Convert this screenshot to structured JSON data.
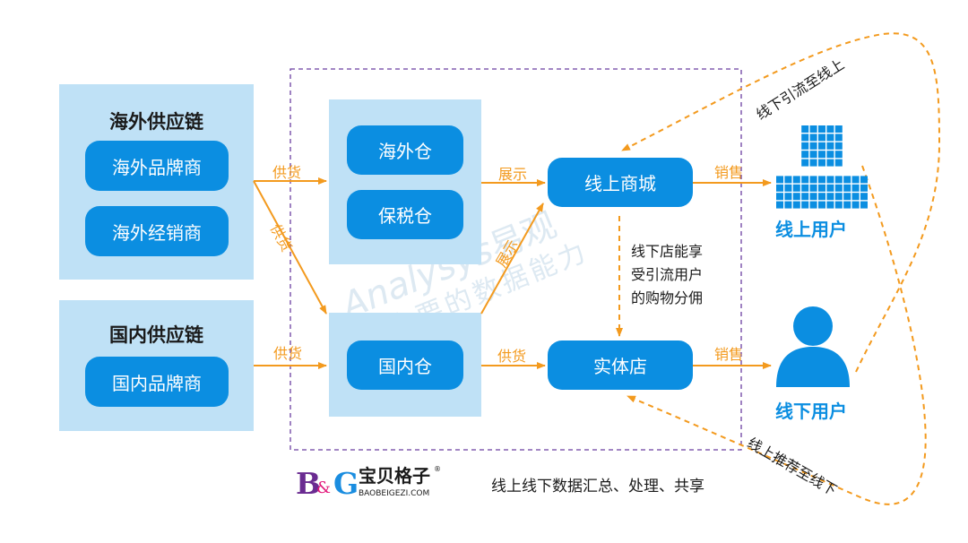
{
  "overseas_chain": {
    "title": "海外供应链",
    "items": [
      "海外品牌商",
      "海外经销商"
    ]
  },
  "domestic_chain": {
    "title": "国内供应链",
    "items": [
      "国内品牌商"
    ]
  },
  "warehouses": {
    "overseas": "海外仓",
    "bonded": "保税仓",
    "domestic": "国内仓"
  },
  "channels": {
    "online_mall": "线上商城",
    "physical_store": "实体店"
  },
  "users": {
    "online": "线上用户",
    "offline": "线下用户"
  },
  "edge_labels": {
    "supply_1": "供货",
    "supply_2": "供货",
    "supply_3": "供货",
    "supply_4": "供货",
    "display_1": "展示",
    "display_2": "展示",
    "sales_1": "销售",
    "sales_2": "销售"
  },
  "note_lines": [
    "线下店能享",
    "受引流用户",
    "的购物分佣"
  ],
  "flows": {
    "offline_to_online": "线下引流至线上",
    "online_to_offline": "线上推荐至线下"
  },
  "watermark": {
    "latin": "Analysys",
    "cn": "易观",
    "line2": "你要的数据能力"
  },
  "logo": {
    "mark": "B&G",
    "cn": "宝贝格子",
    "en": "BAOBEIGEZI.COM"
  },
  "tagline": "线上线下数据汇总、处理、共享",
  "colors": {
    "panel": "#bfe1f6",
    "pill": "#0b8ee1",
    "arrow": "#f39a1e",
    "dashed_box": "#6b3fa0"
  }
}
